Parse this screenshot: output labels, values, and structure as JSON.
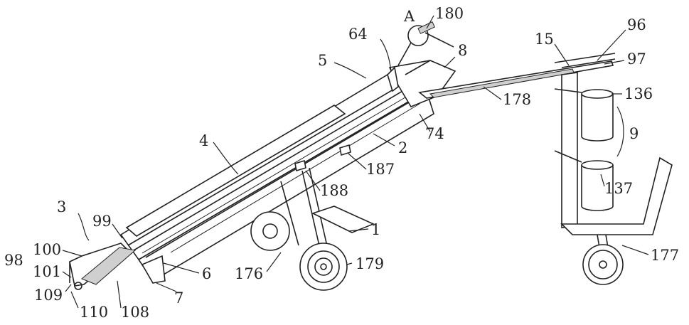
{
  "figure": {
    "labels": {
      "A": "A",
      "l180": "180",
      "l64": "64",
      "l8": "8",
      "l15": "15",
      "l96": "96",
      "l97": "97",
      "l5": "5",
      "l136": "136",
      "l178": "178",
      "l74": "74",
      "l4": "4",
      "l2": "2",
      "l9": "9",
      "l187": "187",
      "l188": "188",
      "l137": "137",
      "l3": "3",
      "l99": "99",
      "l1": "1",
      "l98": "98",
      "l100": "100",
      "l101": "101",
      "l6": "6",
      "l176": "176",
      "l179": "179",
      "l177": "177",
      "l109": "109",
      "l110": "110",
      "l108": "108",
      "l7": "7"
    }
  }
}
